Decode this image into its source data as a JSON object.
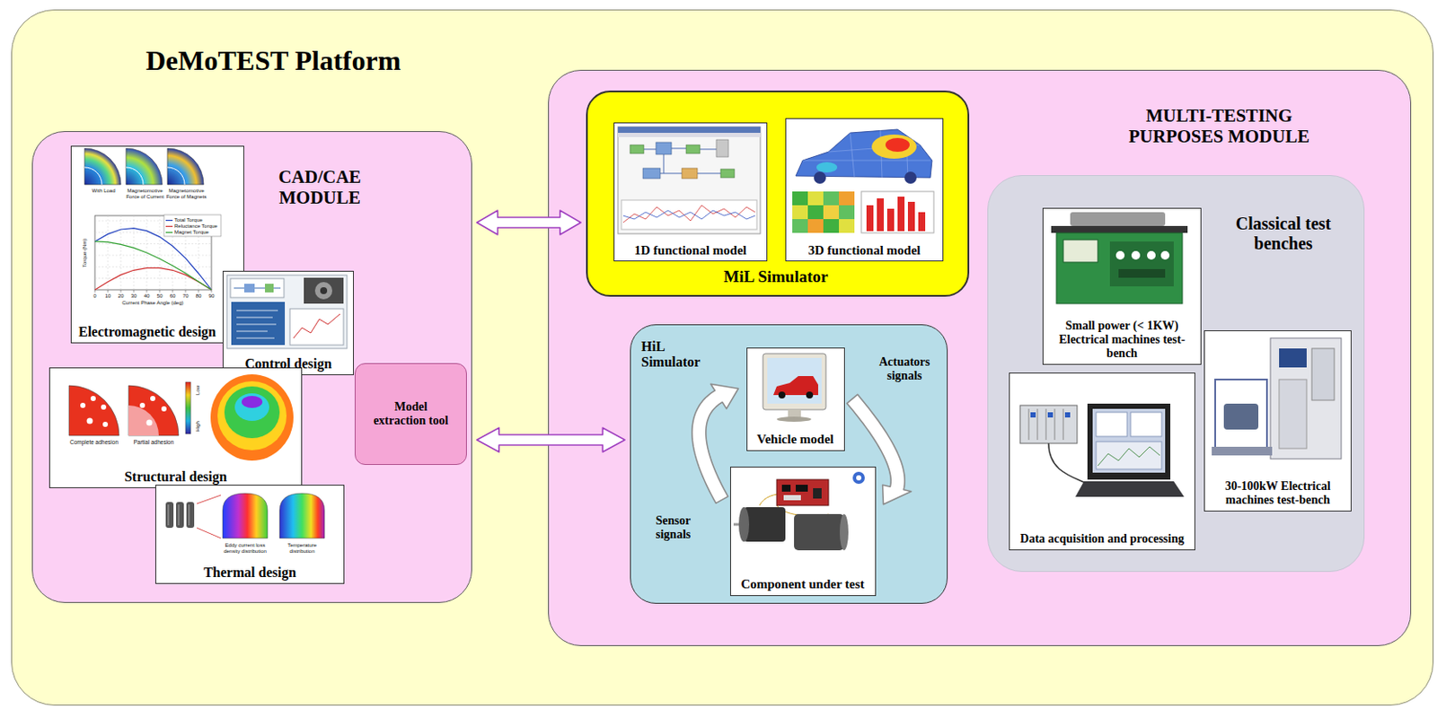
{
  "diagram": {
    "nodes": [
      {
        "text": [
          "DeMoTEST Platform"
        ]
      },
      {
        "text": [
          "CAD/CAE MODULE"
        ],
        "in": 0
      },
      {
        "text": [
          "Electromagnetic design"
        ],
        "in": 1
      },
      {
        "text": [
          "Control design"
        ],
        "in": 1
      },
      {
        "text": [
          "Structural design"
        ],
        "in": 1
      },
      {
        "text": [
          "Thermal design"
        ],
        "in": 1
      },
      {
        "text": [
          "Model extraction tool"
        ],
        "in": 1
      },
      {
        "text": [
          "MULTI-TESTING PURPOSES MODULE"
        ],
        "in": 0
      },
      {
        "text": [
          "MiL Simulator"
        ],
        "in": 7
      },
      {
        "text": [
          "1D functional model"
        ],
        "in": 8
      },
      {
        "text": [
          "3D functional model"
        ],
        "in": 8
      },
      {
        "text": [
          "HiL Simulator"
        ],
        "in": 7
      },
      {
        "text": [
          "Vehicle model"
        ],
        "in": 11
      },
      {
        "text": [
          "Component under test"
        ],
        "in": 11
      },
      {
        "text": [
          "Classical test benches"
        ],
        "in": 7
      },
      {
        "text": [
          "Small power (< 1KW) Electrical machines test-bench"
        ],
        "in": 14
      },
      {
        "text": [
          "30-100kW Electrical machines test-bench"
        ],
        "in": 14
      },
      {
        "text": [
          "Data acquisition and processing"
        ],
        "in": 14
      }
    ],
    "edges": [
      {
        "from": 1,
        "to": 8,
        "arrow": "both"
      },
      {
        "from": 1,
        "to": 11,
        "arrow": "both"
      },
      {
        "from": 12,
        "to": 13,
        "label": "Actuators signals",
        "arrow": "to"
      },
      {
        "from": 13,
        "to": 12,
        "label": "Sensor signals",
        "arrow": "to"
      }
    ],
    "labels": [
      "With Load",
      "Magnetomotive Force of Current",
      "Magnetomotive Force of Magnets",
      "Total Torque",
      "Reluctance Torque",
      "Magnet Torque",
      "0",
      "10",
      "20",
      "30",
      "40",
      "50",
      "60",
      "70",
      "80",
      "90",
      "Current Phase Angle (deg)",
      "Torque (Nm)",
      "Complete adhesion",
      "Partial adhesion",
      "Low",
      "High",
      "Eddy current loss density distribution",
      "Temperature distribution"
    ]
  }
}
